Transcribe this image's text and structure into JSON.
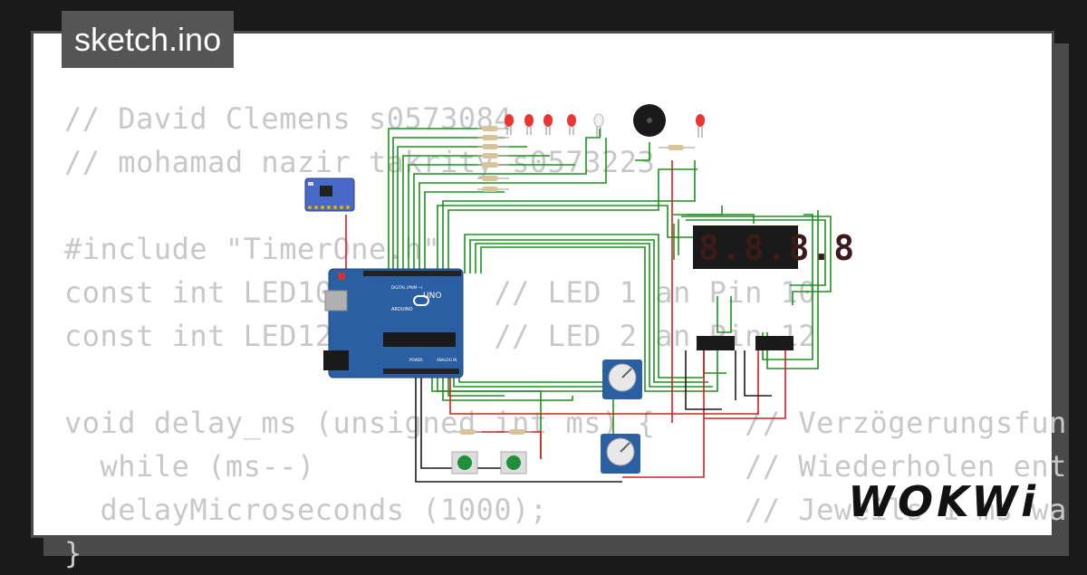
{
  "title": "sketch.ino",
  "code_lines": [
    "// David Clemens s0573084",
    "// mohamad nazir takrity s0573223",
    "",
    "#include \"TimerOne.h\"",
    "const int LED10 = 10;   // LED 1 an Pin 10",
    "const int LED12 = 12;   // LED 2 an Pin 12",
    "",
    "void delay_ms (unsigned int ms) {     // Verzögerungsfun",
    "  while (ms--)                        // Wiederholen ent",
    "  delayMicroseconds (1000);           // Jeweils 1 ms wa",
    "}"
  ],
  "board": {
    "label": "UNO",
    "brand": "ARDUINO",
    "digital_label": "DIGITAL (PWM ~)",
    "power_label": "POWER",
    "analog_label": "ANALOG IN"
  },
  "logo": "WOKWi",
  "colors": {
    "wire_green": "#1f8f1f",
    "wire_red": "#d42020",
    "wire_black": "#1a1a1a",
    "board_blue": "#2a5fa3"
  }
}
